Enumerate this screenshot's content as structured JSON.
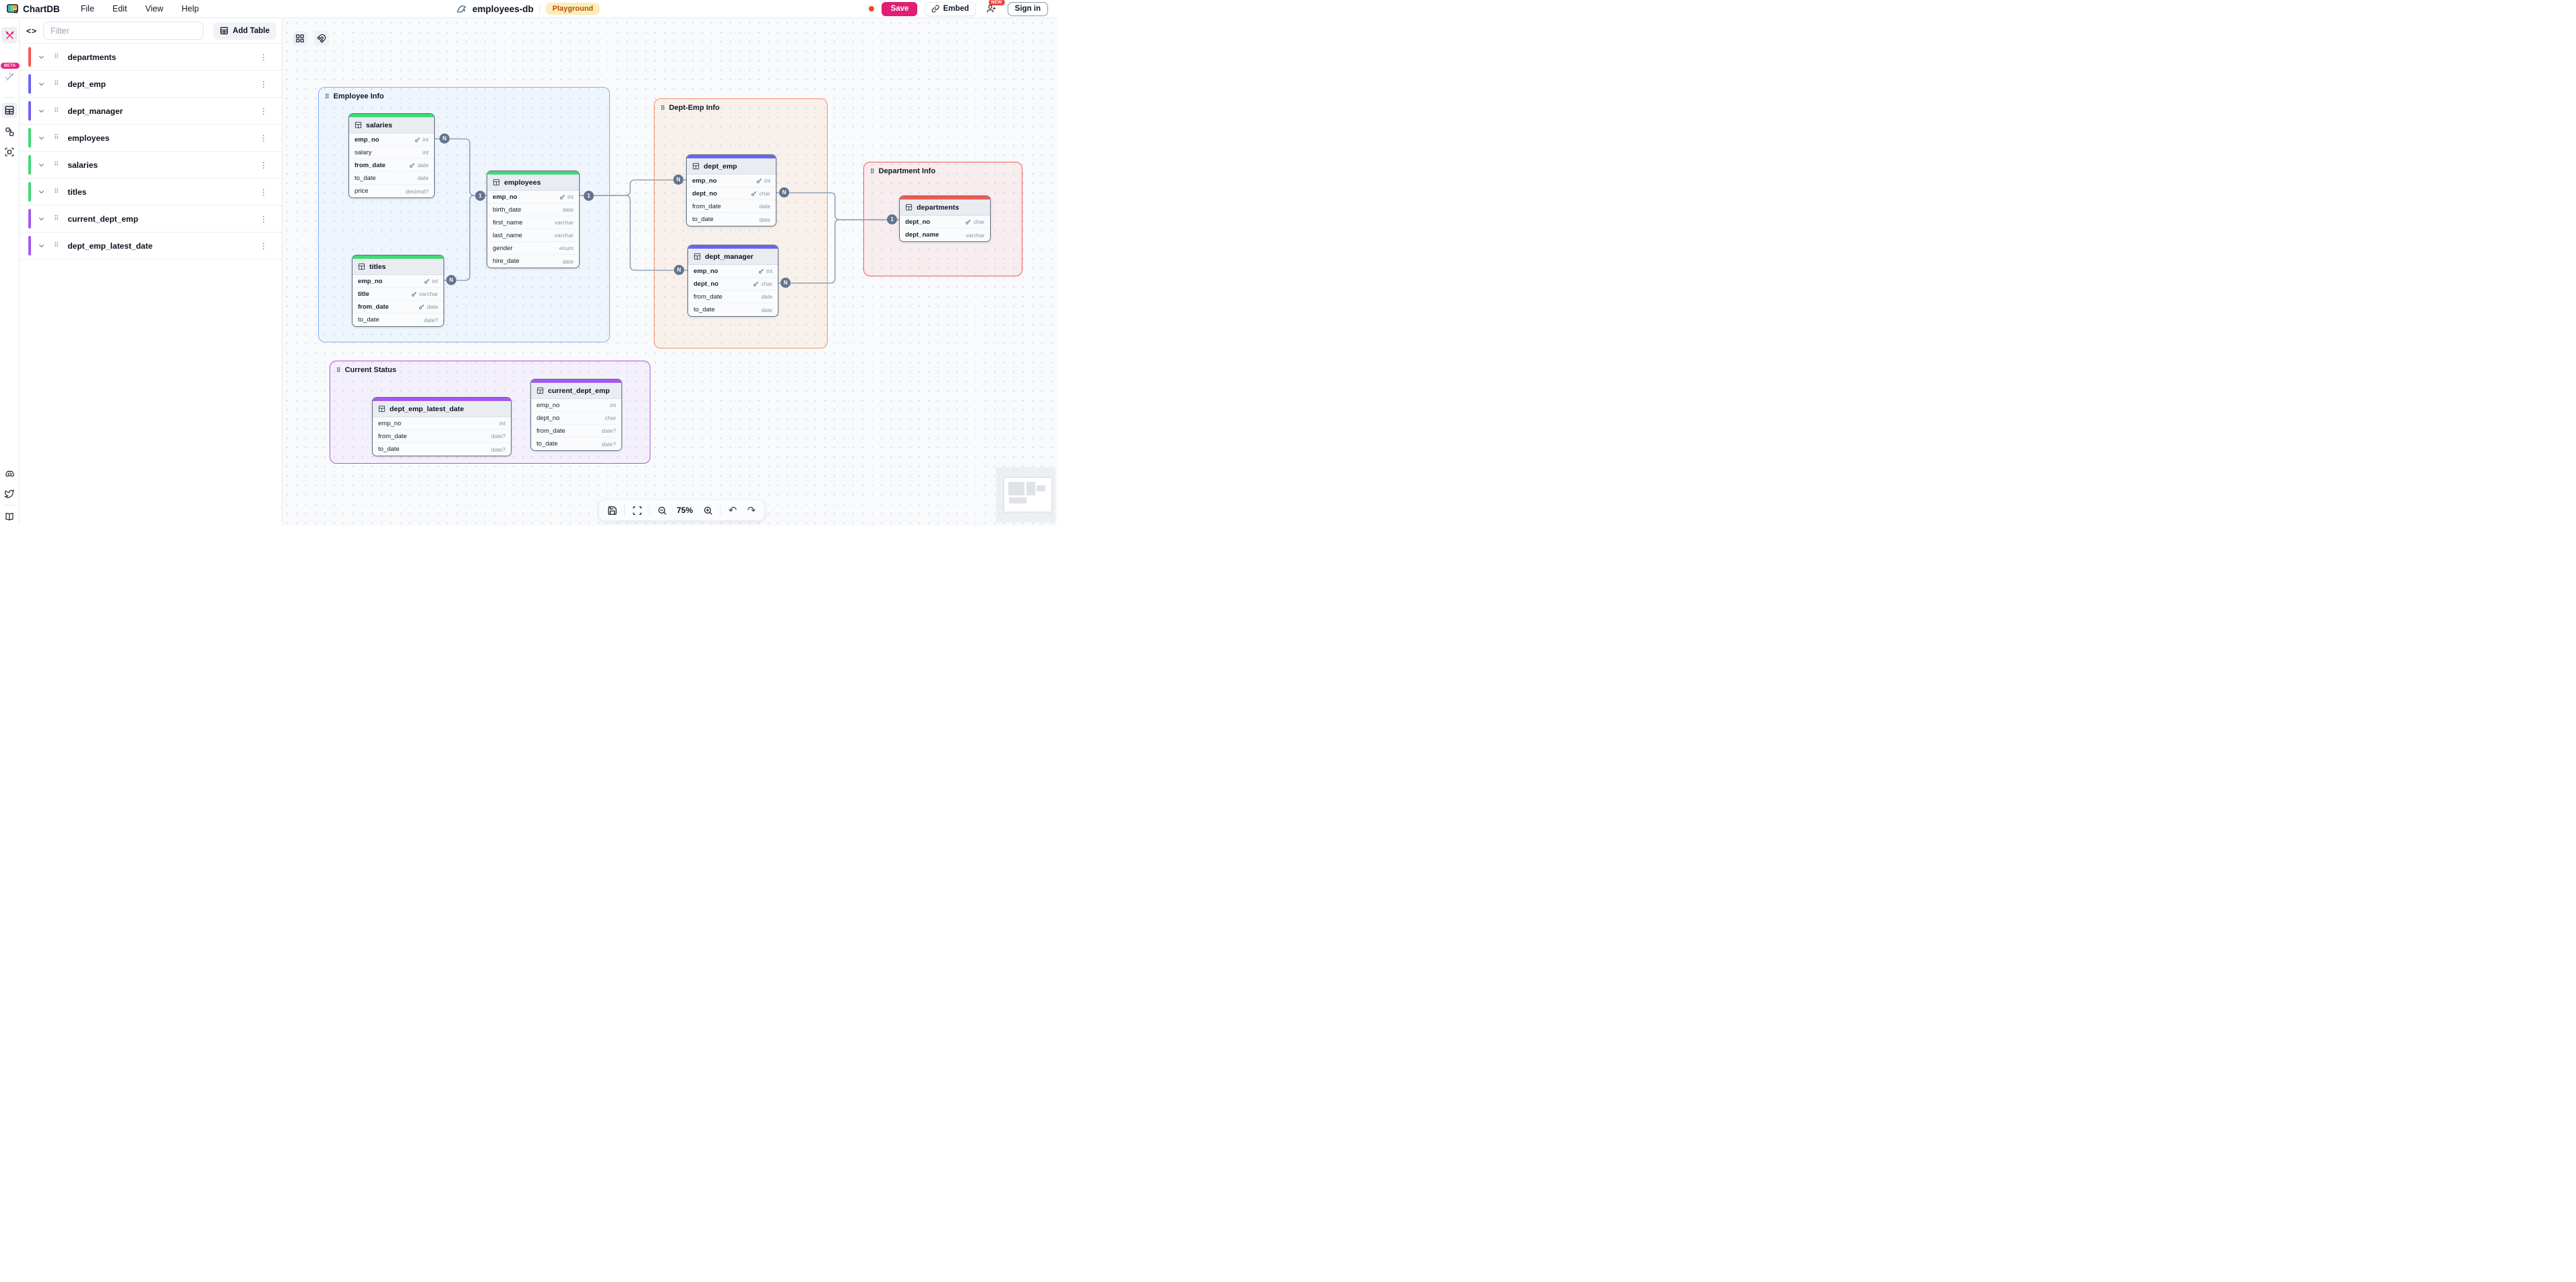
{
  "topbar": {
    "app_name": "ChartDB",
    "menus": [
      "File",
      "Edit",
      "View",
      "Help"
    ],
    "db_name": "employees-db",
    "env_badge": "Playground",
    "save_label": "Save",
    "embed_label": "Embed",
    "new_badge": "NEW",
    "signin_label": "Sign in",
    "accent_save": "#e11d74"
  },
  "side_panel": {
    "filter_placeholder": "Filter",
    "add_table_label": "Add Table",
    "tables": [
      {
        "name": "departments",
        "color": "#f8574f"
      },
      {
        "name": "dept_emp",
        "color": "#6f63f2"
      },
      {
        "name": "dept_manager",
        "color": "#6f63f2"
      },
      {
        "name": "employees",
        "color": "#41d975"
      },
      {
        "name": "salaries",
        "color": "#41d975"
      },
      {
        "name": "titles",
        "color": "#41d975"
      },
      {
        "name": "current_dept_emp",
        "color": "#a459ef"
      },
      {
        "name": "dept_emp_latest_date",
        "color": "#a459ef"
      }
    ],
    "beta_badge": "BETA"
  },
  "canvas": {
    "toolbar": {
      "zoom": "75%"
    },
    "groups": [
      {
        "label": "Employee Info",
        "color": "#86aff9"
      },
      {
        "label": "Dept-Emp Info",
        "color": "#fb8c69"
      },
      {
        "label": "Department Info",
        "color": "#f7564f"
      },
      {
        "label": "Current Status",
        "color": "#b558dd"
      }
    ],
    "tables": [
      {
        "name": "salaries",
        "color": "#41d975",
        "fields": [
          {
            "name": "emp_no",
            "type": "int"
          },
          {
            "name": "salary",
            "type": "int"
          },
          {
            "name": "from_date",
            "type": "date"
          },
          {
            "name": "to_date",
            "type": "date"
          },
          {
            "name": "price",
            "type": "decimal?"
          }
        ]
      },
      {
        "name": "employees",
        "color": "#41d975",
        "fields": [
          {
            "name": "emp_no",
            "type": "int"
          },
          {
            "name": "birth_date",
            "type": "date"
          },
          {
            "name": "first_name",
            "type": "varchar"
          },
          {
            "name": "last_name",
            "type": "varchar"
          },
          {
            "name": "gender",
            "type": "enum"
          },
          {
            "name": "hire_date",
            "type": "date"
          }
        ]
      },
      {
        "name": "titles",
        "color": "#41d975",
        "fields": [
          {
            "name": "emp_no",
            "type": "int"
          },
          {
            "name": "title",
            "type": "varchar"
          },
          {
            "name": "from_date",
            "type": "date"
          },
          {
            "name": "to_date",
            "type": "date?"
          }
        ]
      },
      {
        "name": "dept_emp",
        "color": "#6f63f2",
        "fields": [
          {
            "name": "emp_no",
            "type": "int"
          },
          {
            "name": "dept_no",
            "type": "char"
          },
          {
            "name": "from_date",
            "type": "date"
          },
          {
            "name": "to_date",
            "type": "date"
          }
        ]
      },
      {
        "name": "dept_manager",
        "color": "#6f63f2",
        "fields": [
          {
            "name": "emp_no",
            "type": "int"
          },
          {
            "name": "dept_no",
            "type": "char"
          },
          {
            "name": "from_date",
            "type": "date"
          },
          {
            "name": "to_date",
            "type": "date"
          }
        ]
      },
      {
        "name": "departments",
        "color": "#f8574f",
        "fields": [
          {
            "name": "dept_no",
            "type": "char"
          },
          {
            "name": "dept_name",
            "type": "varchar"
          }
        ]
      },
      {
        "name": "dept_emp_latest_date",
        "color": "#a459ef",
        "fields": [
          {
            "name": "emp_no",
            "type": "int"
          },
          {
            "name": "from_date",
            "type": "date?"
          },
          {
            "name": "to_date",
            "type": "date?"
          }
        ]
      },
      {
        "name": "current_dept_emp",
        "color": "#a459ef",
        "fields": [
          {
            "name": "emp_no",
            "type": "int"
          },
          {
            "name": "dept_no",
            "type": "char"
          },
          {
            "name": "from_date",
            "type": "date?"
          },
          {
            "name": "to_date",
            "type": "date?"
          }
        ]
      }
    ],
    "badges": [
      {
        "label": "N"
      },
      {
        "label": "1"
      },
      {
        "label": "N"
      },
      {
        "label": "1"
      },
      {
        "label": "N"
      },
      {
        "label": "N"
      },
      {
        "label": "N"
      },
      {
        "label": "N"
      },
      {
        "label": "1"
      }
    ]
  }
}
